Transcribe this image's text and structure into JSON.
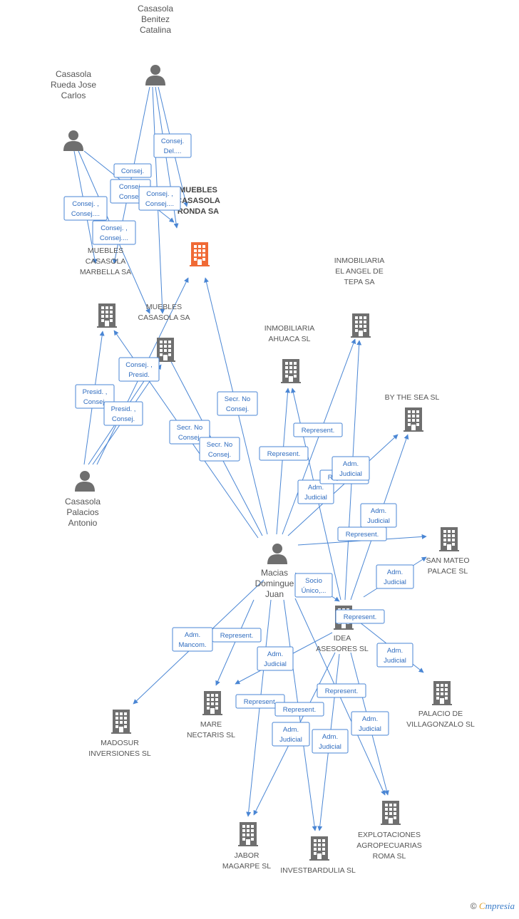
{
  "colors": {
    "edge": "#4a86d4",
    "company": "#6f6f6f",
    "main_company": "#f06a35",
    "person": "#6f6f6f"
  },
  "nodes": [
    {
      "id": "muebles_ronda",
      "kind": "company",
      "main": true,
      "label": [
        "MUEBLES",
        "CASASOLA",
        "RONDA SA"
      ]
    },
    {
      "id": "muebles_marbella",
      "kind": "company",
      "label": [
        "MUEBLES",
        "CASASOLA",
        "MARBELLA SA"
      ]
    },
    {
      "id": "muebles_casasola",
      "kind": "company",
      "label": [
        "MUEBLES",
        "CASASOLA SA"
      ]
    },
    {
      "id": "inm_angel",
      "kind": "company",
      "label": [
        "INMOBILIARIA",
        "EL ANGEL DE",
        "TEPA SA"
      ]
    },
    {
      "id": "inm_ahuaca",
      "kind": "company",
      "label": [
        "INMOBILIARIA",
        "AHUACA SL"
      ]
    },
    {
      "id": "by_the_sea",
      "kind": "company",
      "label": [
        "BY THE SEA SL"
      ]
    },
    {
      "id": "san_mateo",
      "kind": "company",
      "label": [
        "SAN MATEO",
        "PALACE SL"
      ]
    },
    {
      "id": "idea",
      "kind": "company",
      "label": [
        "IDEA",
        "ASESORES SL"
      ]
    },
    {
      "id": "palacio",
      "kind": "company",
      "label": [
        "PALACIO DE",
        "VILLAGONZALO SL"
      ]
    },
    {
      "id": "madosur",
      "kind": "company",
      "label": [
        "MADOSUR",
        "INVERSIONES SL"
      ]
    },
    {
      "id": "mare",
      "kind": "company",
      "label": [
        "MARE",
        "NECTARIS SL"
      ]
    },
    {
      "id": "jabor",
      "kind": "company",
      "label": [
        "JABOR",
        "MAGARPE SL"
      ]
    },
    {
      "id": "investbardulia",
      "kind": "company",
      "label": [
        "INVESTBARDULIA SL"
      ]
    },
    {
      "id": "explotaciones",
      "kind": "company",
      "label": [
        "EXPLOTACIONES",
        "AGROPECUARIAS",
        "ROMA SL"
      ]
    },
    {
      "id": "p_benitez",
      "kind": "person",
      "label": [
        "Casasola",
        "Benitez",
        "Catalina"
      ]
    },
    {
      "id": "p_rueda",
      "kind": "person",
      "label": [
        "Casasola",
        "Rueda Jose",
        "Carlos"
      ]
    },
    {
      "id": "p_palacios",
      "kind": "person",
      "label": [
        "Casasola",
        "Palacios",
        "Antonio"
      ]
    },
    {
      "id": "p_macias",
      "kind": "person",
      "label": [
        "Macias",
        "Domingue",
        "Juan"
      ]
    }
  ],
  "edge_labels": [
    {
      "id": "e1",
      "lines": [
        "Consej.",
        "Del...."
      ]
    },
    {
      "id": "e2",
      "lines": [
        "Consej."
      ]
    },
    {
      "id": "e3",
      "lines": [
        "Consej.",
        "Consej."
      ]
    },
    {
      "id": "e4",
      "lines": [
        "Consej. ,",
        "Consej...."
      ]
    },
    {
      "id": "e5",
      "lines": [
        "Consej. ,",
        "Consej...."
      ]
    },
    {
      "id": "e6",
      "lines": [
        "Consej. ,",
        "Consej...."
      ]
    },
    {
      "id": "e7",
      "lines": [
        "Consej. ,",
        "Presid."
      ]
    },
    {
      "id": "e8",
      "lines": [
        "Presid. ,",
        "Consej."
      ]
    },
    {
      "id": "e9",
      "lines": [
        "Presid. ,",
        "Consej."
      ]
    },
    {
      "id": "e10",
      "lines": [
        "Secr. No",
        "Consej."
      ]
    },
    {
      "id": "e11",
      "lines": [
        "Secr. No",
        "Consej."
      ]
    },
    {
      "id": "e12",
      "lines": [
        "Secr. No",
        "Consej."
      ]
    },
    {
      "id": "e13",
      "lines": [
        "Represent."
      ]
    },
    {
      "id": "e14",
      "lines": [
        "Represent."
      ]
    },
    {
      "id": "e15",
      "lines": [
        "Adm.",
        "Judicial"
      ]
    },
    {
      "id": "e16",
      "lines": [
        "Represent."
      ]
    },
    {
      "id": "e17",
      "lines": [
        "Adm.",
        "Judicial"
      ]
    },
    {
      "id": "e18",
      "lines": [
        "Adm.",
        "Judicial"
      ]
    },
    {
      "id": "e19",
      "lines": [
        "Represent."
      ]
    },
    {
      "id": "e20",
      "lines": [
        "Adm.",
        "Judicial"
      ]
    },
    {
      "id": "e21",
      "lines": [
        "Socio",
        "Único,..."
      ]
    },
    {
      "id": "e22",
      "lines": [
        "Represent."
      ]
    },
    {
      "id": "e23",
      "lines": [
        "Adm.",
        "Judicial"
      ]
    },
    {
      "id": "e24",
      "lines": [
        "Adm.",
        "Mancom."
      ]
    },
    {
      "id": "e25",
      "lines": [
        "Represent."
      ]
    },
    {
      "id": "e26",
      "lines": [
        "Adm.",
        "Judicial"
      ]
    },
    {
      "id": "e27",
      "lines": [
        "Represent."
      ]
    },
    {
      "id": "e28",
      "lines": [
        "Represent."
      ]
    },
    {
      "id": "e29",
      "lines": [
        "Represent."
      ]
    },
    {
      "id": "e30",
      "lines": [
        "Adm.",
        "Judicial"
      ]
    },
    {
      "id": "e31",
      "lines": [
        "Adm.",
        "Judicial"
      ]
    },
    {
      "id": "e32",
      "lines": [
        "Adm.",
        "Judicial"
      ]
    }
  ],
  "footer": {
    "copyright": "©",
    "brand_first": "C",
    "brand_rest": "mpresia"
  }
}
